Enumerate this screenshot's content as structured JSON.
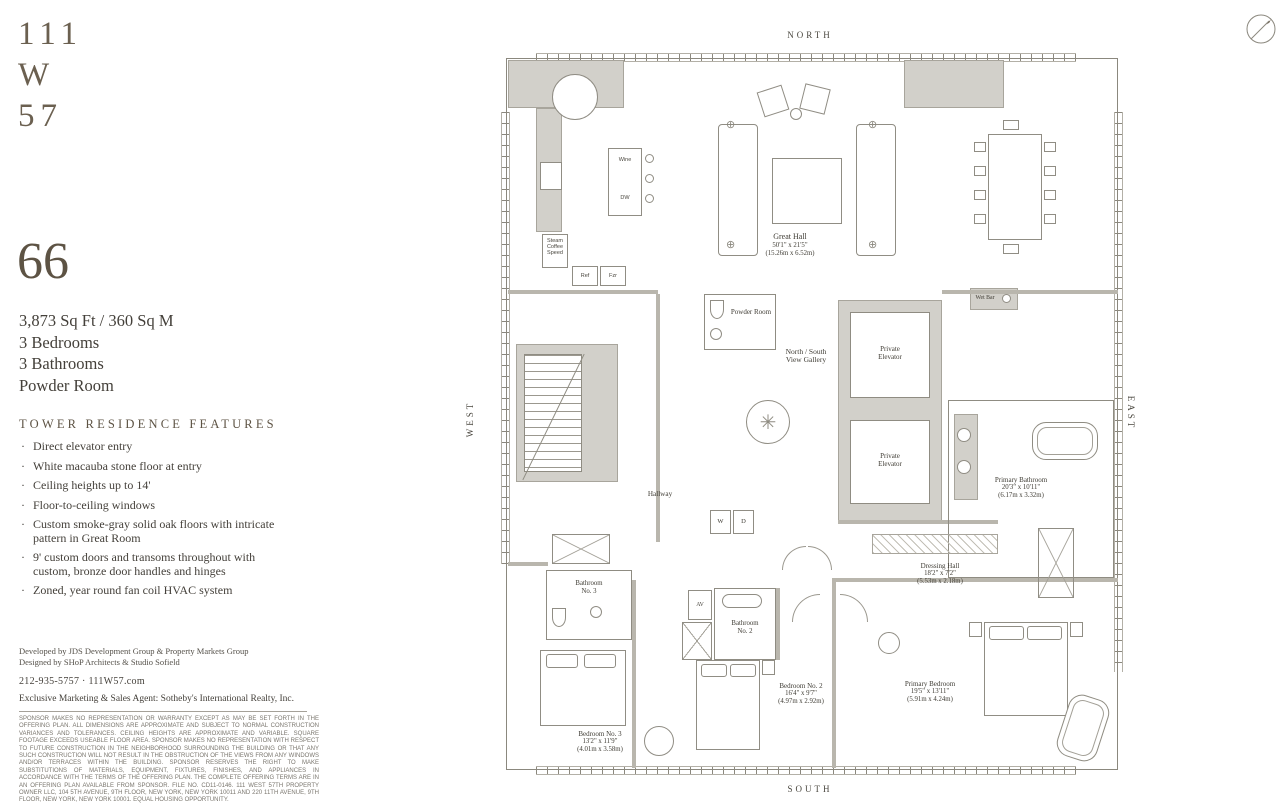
{
  "branding": {
    "line1": "111",
    "line2": "W",
    "line3": "57"
  },
  "residence": {
    "number": "66",
    "area": "3,873 Sq Ft / 360 Sq M",
    "bedrooms": "3 Bedrooms",
    "bathrooms": "3 Bathrooms",
    "powder_room": "Powder Room"
  },
  "features": {
    "heading": "TOWER RESIDENCE FEATURES",
    "items": [
      "Direct elevator entry",
      "White macauba stone floor at entry",
      "Ceiling heights up to 14'",
      "Floor-to-ceiling windows",
      "Custom smoke-gray solid oak floors with intricate pattern in Great Room",
      "9' custom doors and transoms throughout with custom, bronze door handles and hinges",
      "Zoned, year round fan coil HVAC system"
    ]
  },
  "credits": {
    "developed": "Developed by JDS Development Group & Property Markets Group",
    "designed": "Designed by SHoP Architects & Studio Sofield",
    "contact": "212-935-5757   ·   111W57.com",
    "agent": "Exclusive Marketing & Sales Agent: Sotheby's International Realty, Inc."
  },
  "disclaimer": "SPONSOR MAKES NO REPRESENTATION OR WARRANTY EXCEPT AS MAY BE SET FORTH IN THE OFFERING PLAN. ALL DIMENSIONS ARE APPROXIMATE AND SUBJECT TO NORMAL CONSTRUCTION VARIANCES AND TOLERANCES. CEILING HEIGHTS ARE APPROXIMATE AND VARIABLE. SQUARE FOOTAGE EXCEEDS USEABLE FLOOR AREA. SPONSOR MAKES NO REPRESENTATION WITH RESPECT TO FUTURE CONSTRUCTION IN THE NEIGHBORHOOD SURROUNDING THE BUILDING OR THAT ANY SUCH CONSTRUCTION WILL NOT RESULT IN THE OBSTRUCTION OF THE VIEWS FROM ANY WINDOWS AND/OR TERRACES WITHIN THE BUILDING. SPONSOR RESERVES THE RIGHT TO MAKE SUBSTITUTIONS OF MATERIALS, EQUIPMENT, FIXTURES, FINISHES, AND APPLIANCES IN ACCORDANCE WITH THE TERMS OF THE OFFERING PLAN. THE COMPLETE OFFERING TERMS ARE IN AN OFFERING PLAN AVAILABLE FROM SPONSOR. FILE NO. CD11-0146. 111 WEST 57TH PROPERTY OWNER LLC, 104 5TH AVENUE, 9TH FLOOR, NEW YORK, NEW YORK 10011 AND 220 11TH AVENUE, 9TH FLOOR, NEW YORK, NEW YORK 10001. EQUAL HOUSING OPPORTUNITY.",
  "compass": {
    "north": "NORTH",
    "south": "SOUTH",
    "east": "EAST",
    "west": "WEST"
  },
  "icons": {
    "column_marker": "⊕",
    "plant": "✳"
  },
  "plan": {
    "rooms": {
      "great_hall": {
        "name": "Great Hall",
        "dims": "50'1\" x 21'5\"",
        "metric": "(15.26m x 6.52m)"
      },
      "primary_bathroom": {
        "name": "Primary Bathroom",
        "dims": "20'3\" x 10'11\"",
        "metric": "(6.17m x 3.32m)"
      },
      "dressing_hall": {
        "name": "Dressing Hall",
        "dims": "18'2\" x 7'2\"",
        "metric": "(5.53m x 2.18m)"
      },
      "bedroom_2": {
        "name": "Bedroom No. 2",
        "dims": "16'4\" x 9'7\"",
        "metric": "(4.97m x 2.92m)"
      },
      "primary_bedroom": {
        "name": "Primary Bedroom",
        "dims": "19'5\" x 13'11\"",
        "metric": "(5.91m x 4.24m)"
      },
      "bedroom_3": {
        "name": "Bedroom No. 3",
        "dims": "13'2\" x 11'9\"",
        "metric": "(4.01m x 3.58m)"
      },
      "powder_room": "Powder Room",
      "gallery_1": "North / South",
      "gallery_2": "View Gallery",
      "pe_1": "Private",
      "pe_2": "Elevator",
      "hallway": "Hallway",
      "wet_bar": "Wet Bar",
      "bathroom_2_1": "Bathroom",
      "bathroom_2_2": "No. 2",
      "bathroom_3_1": "Bathroom",
      "bathroom_3_2": "No. 3"
    },
    "fixtures": {
      "wine": "Wine",
      "dw": "DW",
      "ref": "Ref",
      "fzr": "Fzr",
      "steam": "Steam\nCoffee\nSpeed",
      "washer": "W",
      "dryer": "D",
      "av": "AV"
    }
  }
}
